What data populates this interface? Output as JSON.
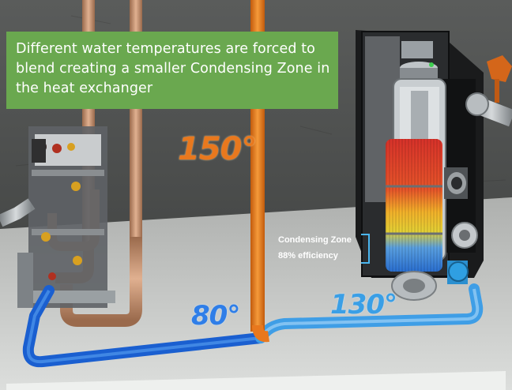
{
  "banner": {
    "text": "Different water temperatures are forced to blend creating a smaller Condensing Zone in the heat exchanger"
  },
  "temperatures": {
    "hot_supply": "150°",
    "cold_return": "80°",
    "mixed_return": "130°"
  },
  "condensing_zone": {
    "label": "Condensing Zone",
    "efficiency": "88% efficiency"
  },
  "colors": {
    "banner_bg": "#6aa84f",
    "hot_pipe": "#e8781e",
    "cold_pipe": "#1f6fe0",
    "mixed_pipe": "#4aa6e8",
    "copper_pipe": "#c9946e"
  }
}
